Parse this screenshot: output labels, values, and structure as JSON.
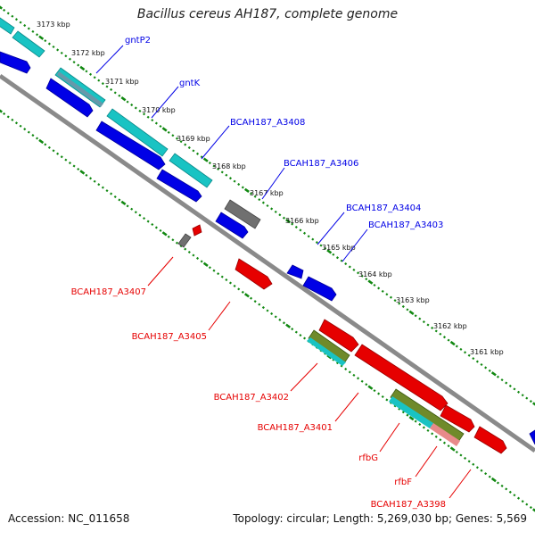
{
  "title": "Bacillus cereus AH187, complete genome",
  "accession": "Accession: NC_011658",
  "summary": "Topology: circular; Length: 5,269,030 bp; Genes: 5,569",
  "colors": {
    "forward_gene": "#0000e6",
    "reverse_gene": "#e60000",
    "cds_cyan": "#1ec8c8",
    "backbone": "#777777",
    "tick": "#118811"
  },
  "scale_ticks": [
    "3173 kbp",
    "3172 kbp",
    "3171 kbp",
    "3170 kbp",
    "3169 kbp",
    "3168 kbp",
    "3167 kbp",
    "3166 kbp",
    "3165 kbp",
    "3164 kbp",
    "3163 kbp",
    "3162 kbp",
    "3161 kbp"
  ],
  "forward_genes": [
    "gntP2",
    "gntK",
    "BCAH187_A3408",
    "BCAH187_A3406",
    "BCAH187_A3404",
    "BCAH187_A3403"
  ],
  "reverse_genes": [
    "BCAH187_A3407",
    "BCAH187_A3405",
    "BCAH187_A3402",
    "BCAH187_A3401",
    "rfbG",
    "rfbF",
    "BCAH187_A3398"
  ]
}
